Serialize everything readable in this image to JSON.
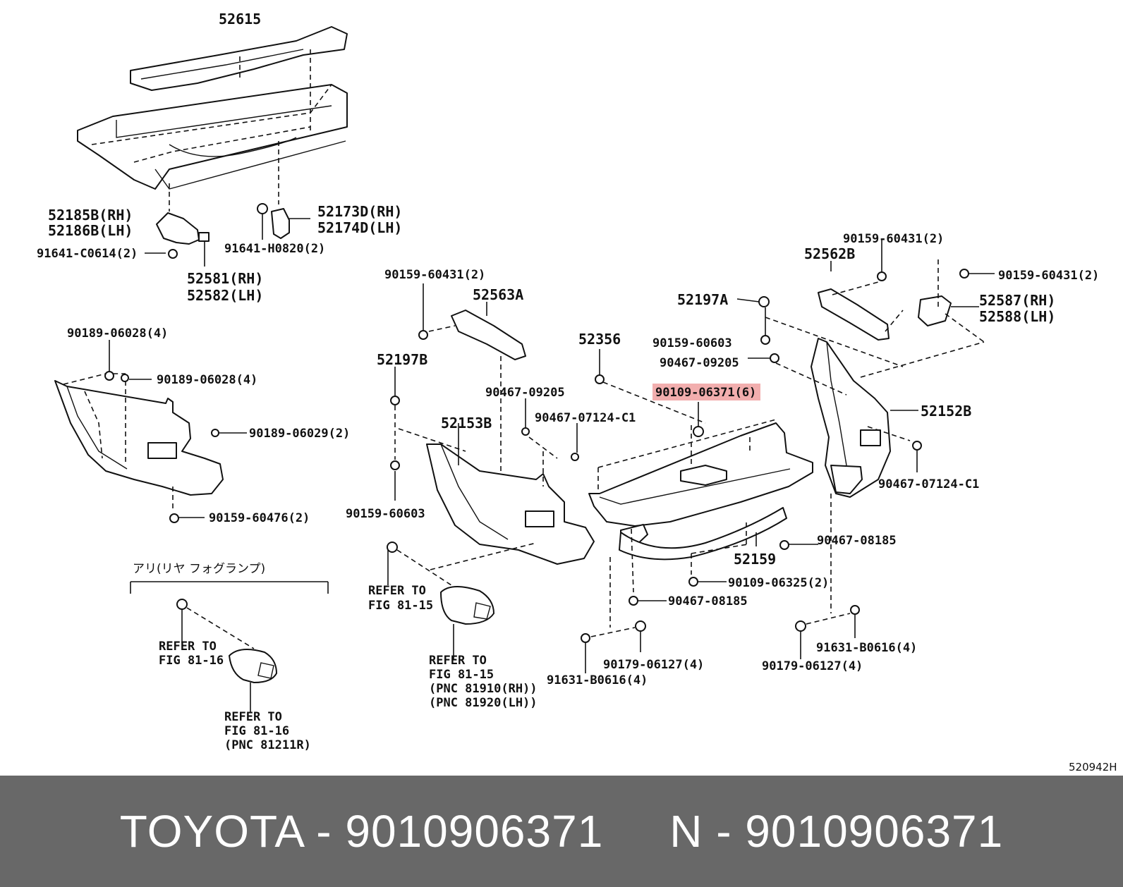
{
  "diagram": {
    "labels": {
      "p52615": "52615",
      "p52185b": "52185B(RH)",
      "p52186b": "52186B(LH)",
      "p52173d": "52173D(RH)",
      "p52174d": "52174D(LH)",
      "p91641c": "91641-C0614(2)",
      "p91641h": "91641-H0820(2)",
      "p52581": "52581(RH)",
      "p52582": "52582(LH)",
      "p90189a": "90189-06028(4)",
      "p90189b": "90189-06028(4)",
      "p90189c": "90189-06029(2)",
      "p90159_476": "90159-60476(2)",
      "p90159_431a": "90159-60431(2)",
      "p52563a": "52563A",
      "p52197b": "52197B",
      "p52153b": "52153B",
      "p90467_9205a": "90467-09205",
      "p90467_c1a": "90467-07124-C1",
      "p90159_603a": "90159-60603",
      "p52356": "52356",
      "p52197a": "52197A",
      "p90159_603b": "90159-60603",
      "p90467_9205b": "90467-09205",
      "p90109_371": "90109-06371(6)",
      "p52562b": "52562B",
      "p90159_431b": "90159-60431(2)",
      "p90159_431c": "90159-60431(2)",
      "p52587": "52587(RH)",
      "p52588": "52588(LH)",
      "p52152b": "52152B",
      "p90467_c1b": "90467-07124-C1",
      "p90467_8185a": "90467-08185",
      "p52159": "52159",
      "p90109_325": "90109-06325(2)",
      "p90467_8185b": "90467-08185",
      "p90179a": "90179-06127(4)",
      "p91631a": "91631-B0616(4)",
      "p90179b": "90179-06127(4)",
      "p91631b": "91631-B0616(4)",
      "jp_heading": "アリ(リヤ フォグランプ)",
      "ref_a1": "REFER TO",
      "ref_a2": "FIG 81-15",
      "ref_b1": "REFER TO",
      "ref_b2": "FIG 81-15",
      "ref_b3": "(PNC 81910(RH))",
      "ref_b4": "(PNC 81920(LH))",
      "ref_c1": "REFER TO",
      "ref_c2": "FIG 81-16",
      "ref_d1": "REFER TO",
      "ref_d2": "FIG 81-16",
      "ref_d3": "(PNC 81211R)",
      "ref_code": "520942H"
    },
    "highlight_color": "#f0a0a0"
  },
  "footer": {
    "text": "TOYOTA - 9010906371     N - 9010906371",
    "background": "#686868",
    "text_color": "#ffffff"
  }
}
